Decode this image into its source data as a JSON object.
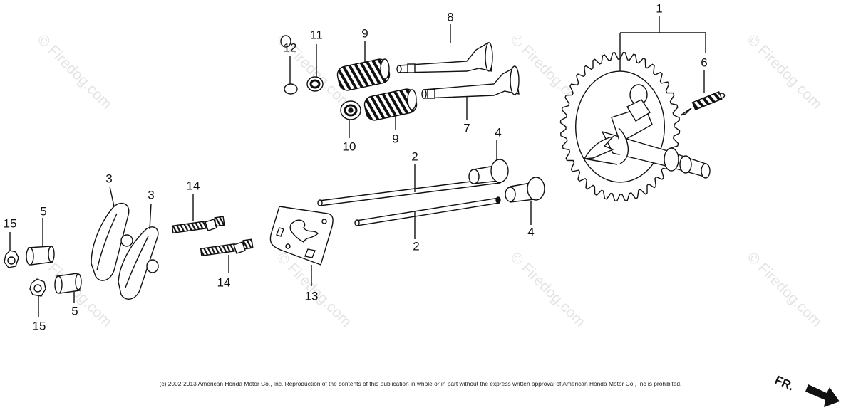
{
  "watermark": "© Firedog.com",
  "callouts": {
    "c1": "1",
    "c2a": "2",
    "c2b": "2",
    "c3a": "3",
    "c3b": "3",
    "c4a": "4",
    "c4b": "4",
    "c5a": "5",
    "c5b": "5",
    "c6": "6",
    "c7": "7",
    "c8": "8",
    "c9a": "9",
    "c9b": "9",
    "c10": "10",
    "c11": "11",
    "c12": "12",
    "c13": "13",
    "c14a": "14",
    "c14b": "14",
    "c15a": "15",
    "c15b": "15"
  },
  "copyright": "(c) 2002-2013 American Honda Motor Co., Inc. Reproduction of the contents of this publication in whole or in part without the express written approval of American Honda Motor Co., Inc is prohibited.",
  "front_label": "FR."
}
